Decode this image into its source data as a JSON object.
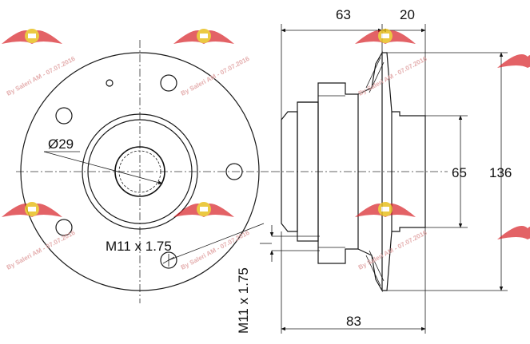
{
  "dimensions": {
    "top_left": "63",
    "top_right": "20",
    "bore_diameter": "Ø29",
    "stud_thread_front": "M11 x 1.75",
    "stud_thread_side": "M11 x 1.75",
    "pilot_diameter": "65",
    "flange_diameter": "136",
    "overall_length": "83"
  },
  "watermark": {
    "text": "By Saleri AM - 07.07.2016",
    "badge_color": "#d8242a",
    "wing_color": "#e8c020"
  },
  "colors": {
    "line": "#1a1a1a",
    "background": "#ffffff"
  }
}
